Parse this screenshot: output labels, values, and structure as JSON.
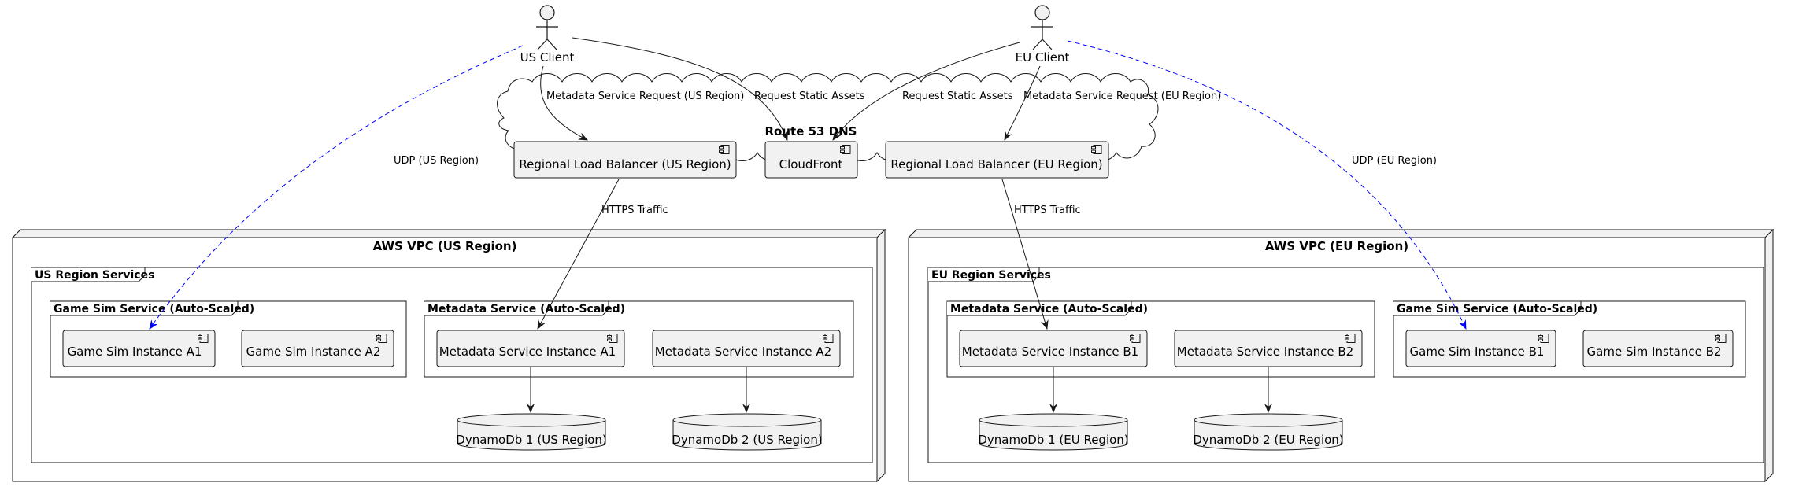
{
  "actors": {
    "us_client": "US Client",
    "eu_client": "EU Client"
  },
  "cloud": {
    "title": "Route 53 DNS"
  },
  "components": {
    "lb_us": "Regional Load Balancer (US Region)",
    "cloudfront": "CloudFront",
    "lb_eu": "Regional Load Balancer (EU Region)",
    "gs_a1": "Game Sim Instance A1",
    "gs_a2": "Game Sim Instance A2",
    "ms_a1": "Metadata Service Instance A1",
    "ms_a2": "Metadata Service Instance A2",
    "ms_b1": "Metadata Service Instance B1",
    "ms_b2": "Metadata Service Instance B2",
    "gs_b1": "Game Sim Instance B1",
    "gs_b2": "Game Sim Instance B2"
  },
  "databases": {
    "db_us1": "DynamoDb 1 (US Region)",
    "db_us2": "DynamoDb 2 (US Region)",
    "db_eu1": "DynamoDb 1 (EU Region)",
    "db_eu2": "DynamoDb 2 (EU Region)"
  },
  "nodes": {
    "vpc_us": "AWS VPC (US Region)",
    "vpc_eu": "AWS VPC (EU Region)"
  },
  "frames": {
    "us_services": "US Region Services",
    "us_gamesim": "Game Sim Service (Auto-Scaled)",
    "us_metadata": "Metadata Service (Auto-Scaled)",
    "eu_services": "EU Region Services",
    "eu_metadata": "Metadata Service (Auto-Scaled)",
    "eu_gamesim": "Game Sim Service (Auto-Scaled)"
  },
  "edges": {
    "us_meta_req": "Metadata Service Request (US Region)",
    "us_static": "Request Static Assets",
    "eu_static": "Request Static Assets",
    "eu_meta_req": "Metadata Service Request (EU Region)",
    "udp_us": "UDP (US Region)",
    "udp_eu": "UDP (EU Region)",
    "https_us": "HTTPS Traffic",
    "https_eu": "HTTPS Traffic"
  },
  "colors": {
    "line": "#181818",
    "box_fill": "#f1f1f1",
    "udp": "#0000ff"
  }
}
